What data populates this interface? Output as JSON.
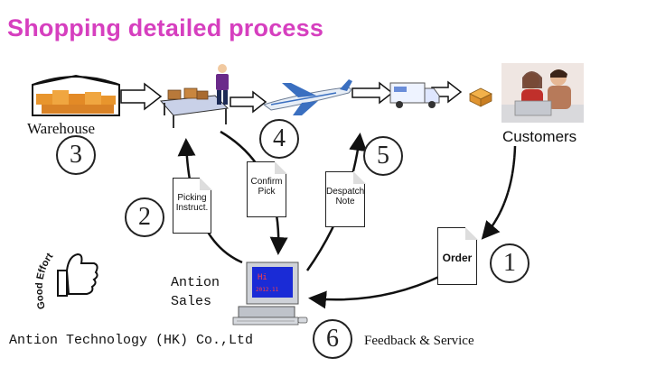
{
  "title": "Shopping detailed process",
  "labels": {
    "warehouse": "Warehouse",
    "customers": "Customers",
    "sales_line1": "Antion",
    "sales_line2": "Sales",
    "company": "Antion Technology (HK) Co.,Ltd",
    "feedback": "Feedback & Service"
  },
  "documents": {
    "picking": "Picking Instruct.",
    "confirm": "Confirm Pick",
    "despatch": "Despatch Note",
    "order": "Order"
  },
  "steps": [
    "1",
    "2",
    "3",
    "4",
    "5",
    "6"
  ],
  "badge_text": "Good Effort",
  "screen_text": {
    "line1": "Hi",
    "line2": "2012.11"
  },
  "colors": {
    "title": "#d63fbf",
    "arrow": "#111111",
    "screen": "#1a2bd6"
  }
}
